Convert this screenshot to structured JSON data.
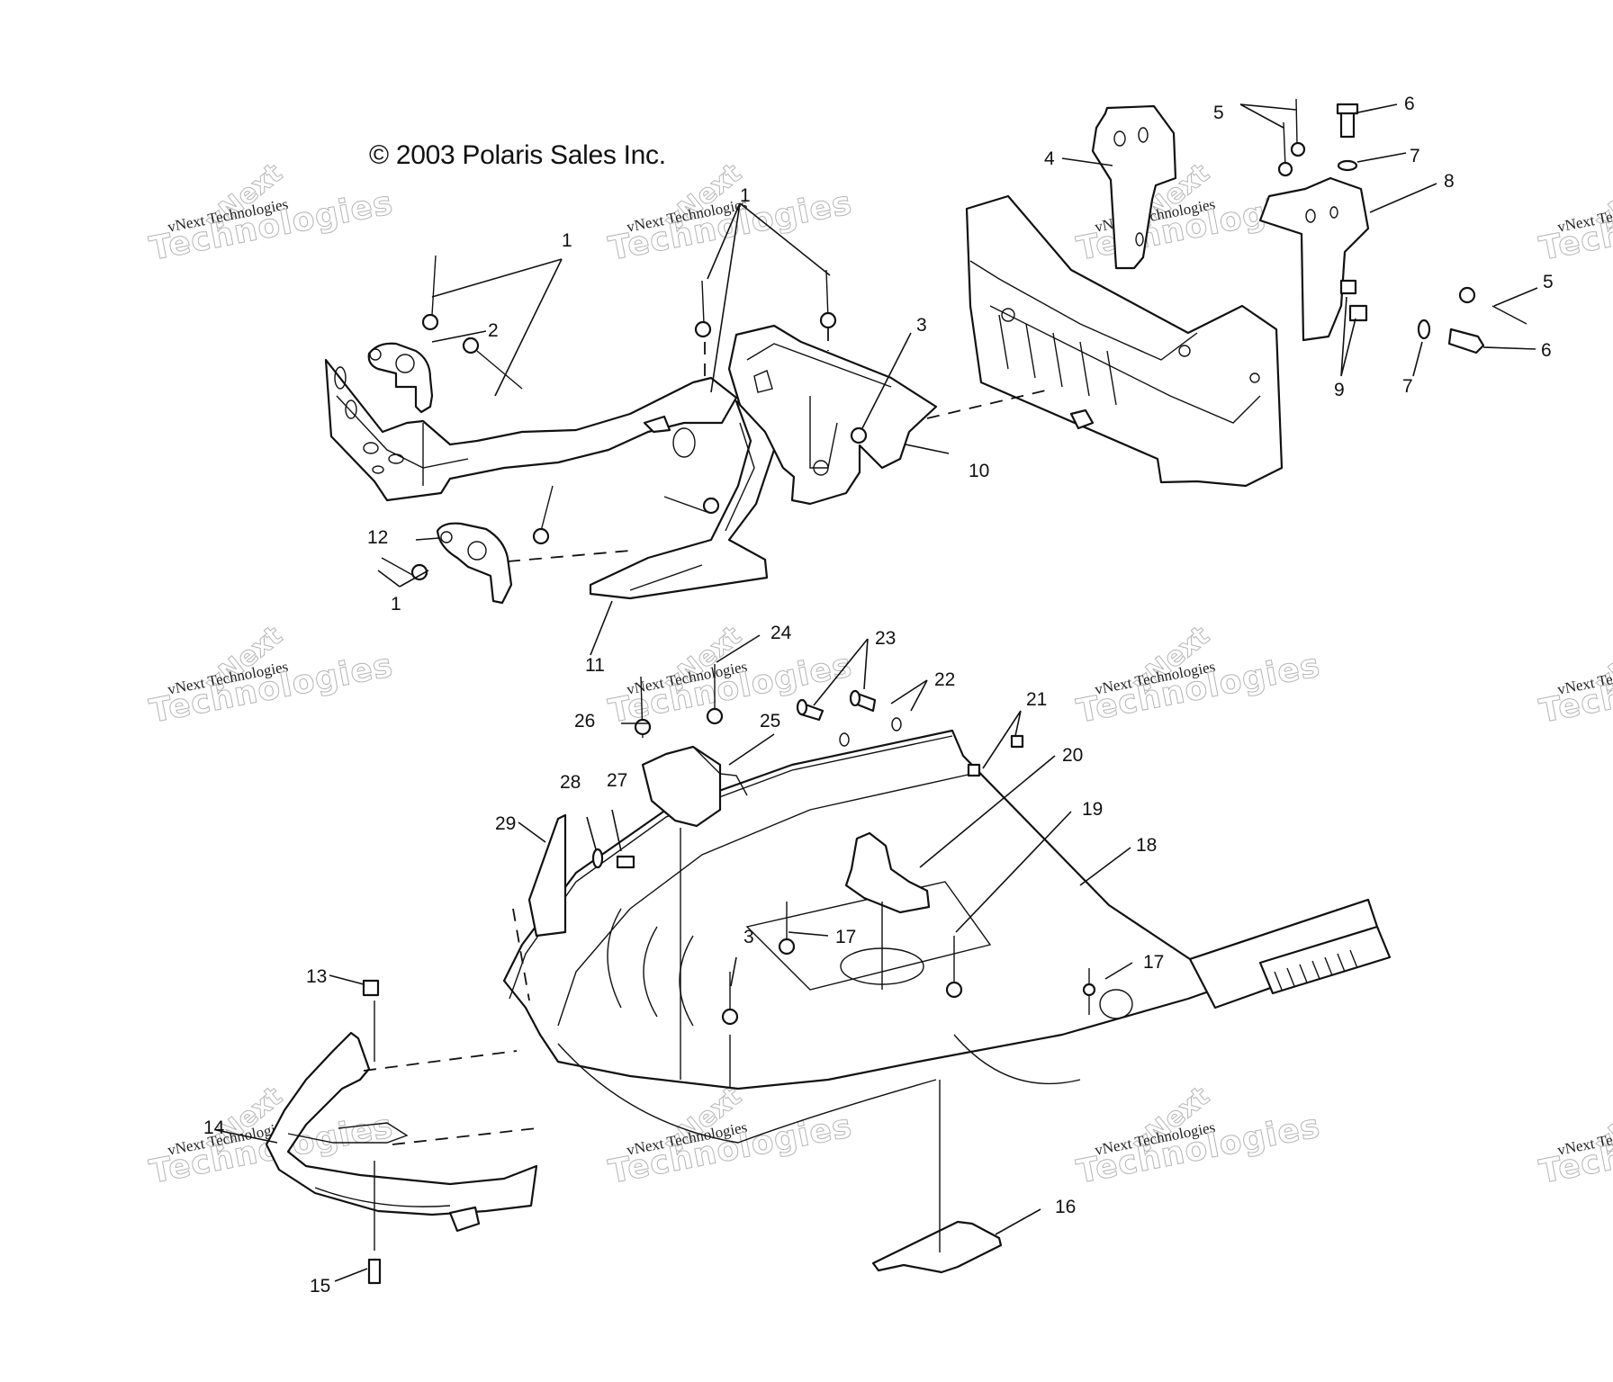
{
  "diagram": {
    "type": "exploded-parts-view",
    "copyright": "© 2003 Polaris Sales Inc.",
    "watermark": {
      "line1": "vNext Technologies",
      "line2": "vNext",
      "line3": "Technologies"
    },
    "callouts": [
      {
        "id": "c1a",
        "label": "1",
        "part": "rivet"
      },
      {
        "id": "c1b",
        "label": "1",
        "part": "rivet"
      },
      {
        "id": "c1c",
        "label": "1",
        "part": "rivet"
      },
      {
        "id": "c2",
        "label": "2",
        "part": "bracket-left"
      },
      {
        "id": "c3a",
        "label": "3",
        "part": "rivet"
      },
      {
        "id": "c3b",
        "label": "3",
        "part": "rivet"
      },
      {
        "id": "c4",
        "label": "4",
        "part": "bracket"
      },
      {
        "id": "c5a",
        "label": "5",
        "part": "rivet"
      },
      {
        "id": "c5b",
        "label": "5",
        "part": "rivet"
      },
      {
        "id": "c6a",
        "label": "6",
        "part": "bolt"
      },
      {
        "id": "c6b",
        "label": "6",
        "part": "bolt"
      },
      {
        "id": "c7a",
        "label": "7",
        "part": "washer"
      },
      {
        "id": "c7b",
        "label": "7",
        "part": "washer"
      },
      {
        "id": "c8",
        "label": "8",
        "part": "bracket"
      },
      {
        "id": "c9",
        "label": "9",
        "part": "nut"
      },
      {
        "id": "c10",
        "label": "10",
        "part": "front-frame"
      },
      {
        "id": "c11",
        "label": "11",
        "part": "steering-support"
      },
      {
        "id": "c12",
        "label": "12",
        "part": "bracket-right"
      },
      {
        "id": "c13",
        "label": "13",
        "part": "nut"
      },
      {
        "id": "c14",
        "label": "14",
        "part": "bumper"
      },
      {
        "id": "c15",
        "label": "15",
        "part": "bolt"
      },
      {
        "id": "c16",
        "label": "16",
        "part": "skid-plate"
      },
      {
        "id": "c17a",
        "label": "17",
        "part": "rivet"
      },
      {
        "id": "c17b",
        "label": "17",
        "part": "rivet"
      },
      {
        "id": "c18",
        "label": "18",
        "part": "nose-pan"
      },
      {
        "id": "c19",
        "label": "19",
        "part": "rivet"
      },
      {
        "id": "c20",
        "label": "20",
        "part": "bracket"
      },
      {
        "id": "c21",
        "label": "21",
        "part": "nut"
      },
      {
        "id": "c22",
        "label": "22",
        "part": "washer"
      },
      {
        "id": "c23",
        "label": "23",
        "part": "bolt"
      },
      {
        "id": "c24",
        "label": "24",
        "part": "rivet"
      },
      {
        "id": "c25",
        "label": "25",
        "part": "cover"
      },
      {
        "id": "c26",
        "label": "26",
        "part": "rivet"
      },
      {
        "id": "c27",
        "label": "27",
        "part": "bolt"
      },
      {
        "id": "c28",
        "label": "28",
        "part": "washer"
      },
      {
        "id": "c29",
        "label": "29",
        "part": "plate"
      }
    ]
  }
}
